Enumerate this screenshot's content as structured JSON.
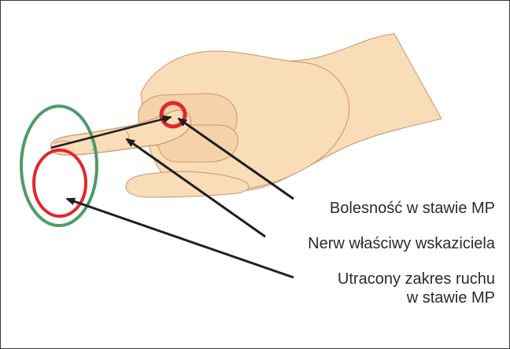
{
  "labels": {
    "mp_pain": "Bolesność w stawie MP",
    "nerve": "Nerw właściwy wskaziciela",
    "rom_line1": "Utracony zakres ruchu",
    "rom_line2": "w stawie MP"
  },
  "colors": {
    "skin": "#f9dcb8",
    "skin_shadow": "#e8bf95",
    "skin_line": "#c9956a",
    "red_marker": "#e3262b",
    "green_marker": "#4f9a6a",
    "arrow": "#1f1f1f",
    "text": "#2b2b2b"
  }
}
